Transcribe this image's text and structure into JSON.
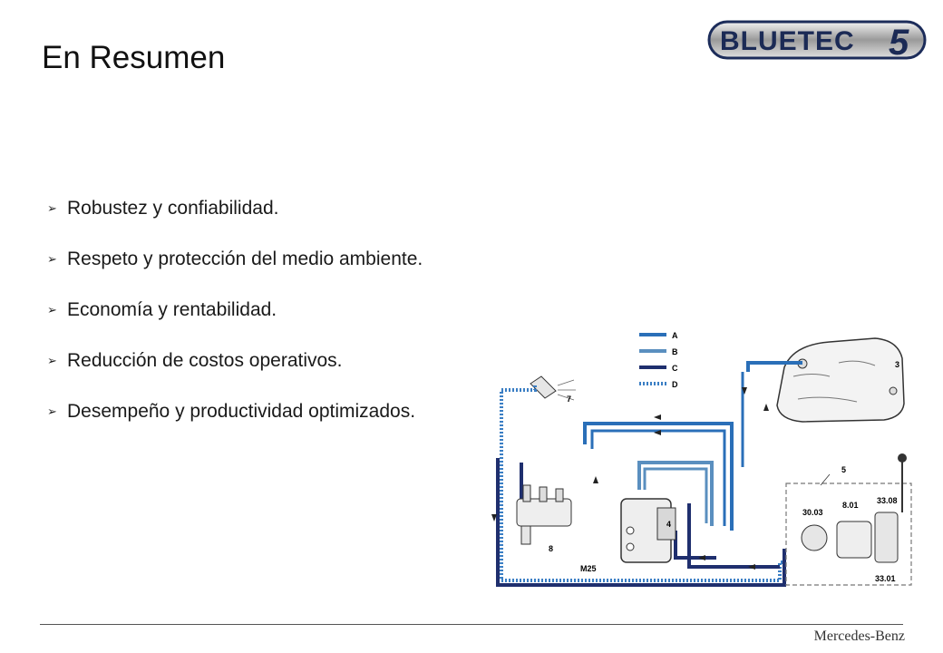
{
  "slide": {
    "title": "En Resumen",
    "logo_text": "BLUETEC",
    "logo_number": "5",
    "bullets": [
      "Robustez y confiabilidad.",
      "Respeto y protección del medio ambiente.",
      "Economía y rentabilidad.",
      "Reducción de costos operativos.",
      "Desempeño y productividad optimizados."
    ],
    "footer_brand": "Mercedes-Benz"
  },
  "diagram": {
    "legend": [
      "A",
      "B",
      "C",
      "D"
    ],
    "labels": {
      "tank": "3",
      "nozzle": "7",
      "group": "5",
      "pump": "4",
      "valves": "8",
      "motor": "M25",
      "p1": "30.03",
      "p2": "8.01",
      "p3": "33.08",
      "p4": "33.01"
    },
    "colors": {
      "line_a": "#2a6fb8",
      "line_b": "#5a8fbf",
      "line_c": "#1f2f6e",
      "line_d": "#3a7ec4"
    }
  }
}
